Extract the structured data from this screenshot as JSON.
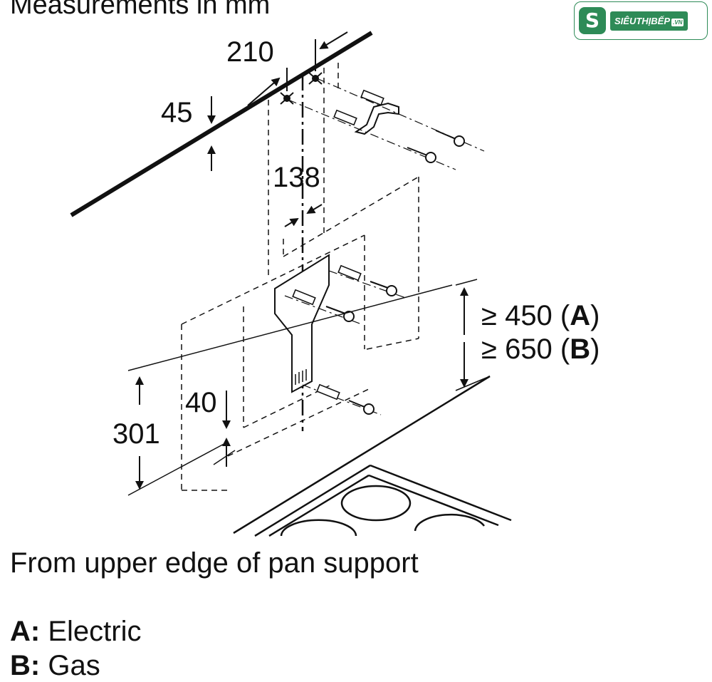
{
  "heading": "Measurements in mm",
  "logo": {
    "text": "SIÊUTHỊBẾP",
    "suffix": ".VN",
    "accent": "#2e8b57"
  },
  "dimensions": {
    "d210": "210",
    "d45": "45",
    "d138": "138",
    "d40": "40",
    "d301": "301",
    "min_electric_prefix": "≥ 450 (",
    "min_electric_key": "A",
    "min_gas_prefix": "≥ 650 (",
    "min_gas_key": "B",
    "close_paren": ")"
  },
  "note": "From upper edge of pan support",
  "legend": [
    {
      "key": "A:",
      "label": " Electric"
    },
    {
      "key": "B:",
      "label": " Gas"
    }
  ]
}
